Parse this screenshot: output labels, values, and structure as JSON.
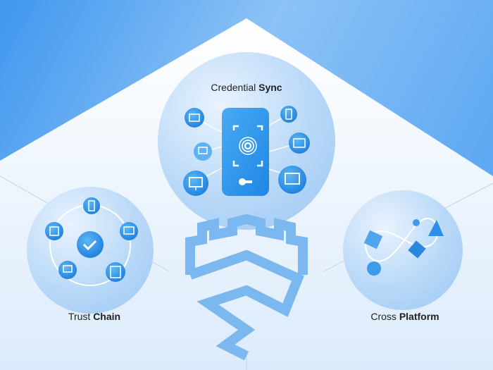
{
  "colors": {
    "accent": "#3d9be9",
    "dark_accent": "#1f6fd0",
    "shield": "#7bb8ef",
    "sky": "#5aa8f2"
  },
  "features": [
    {
      "label_light": "Credential",
      "label_bold": "Sync",
      "icon": "fingerprint-phone-icon"
    },
    {
      "label_light": "Trust",
      "label_bold": "Chain",
      "icon": "checkmark-network-icon"
    },
    {
      "label_light": "Cross",
      "label_bold": "Platform",
      "icon": "infinity-loop-icon"
    }
  ],
  "center_logo": "shield-s-logo"
}
